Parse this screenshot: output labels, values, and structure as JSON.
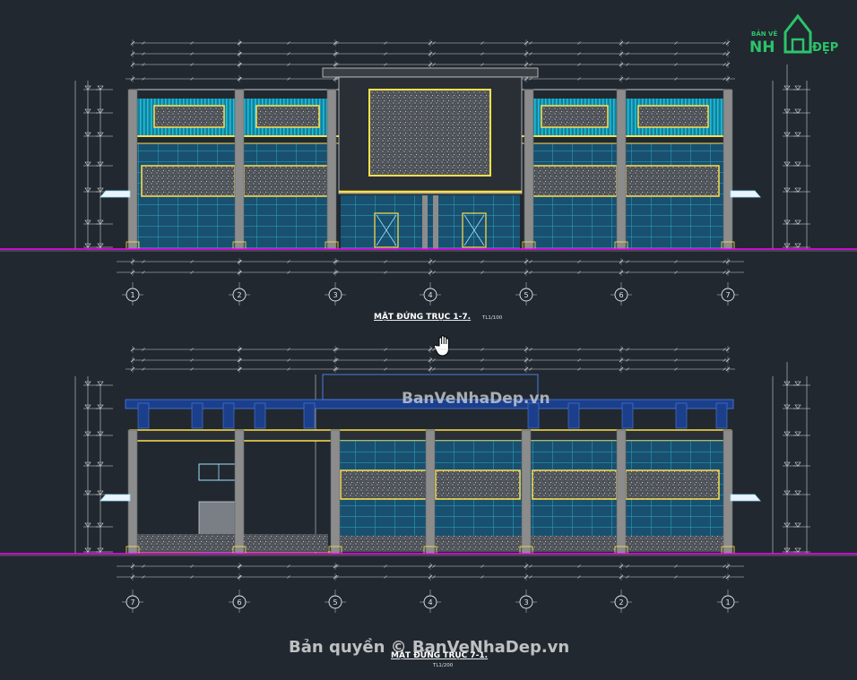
{
  "titles": {
    "top": "MẶT ĐỨNG TRỤC 1-7.",
    "top_scale": "TL1/100",
    "bottom": "MẶT ĐỨNG TRỤC 7-1.",
    "bottom_scale": "TL1/200"
  },
  "axes": {
    "top": [
      "1",
      "2",
      "3",
      "4",
      "5",
      "6",
      "7"
    ],
    "bottom": [
      "7",
      "6",
      "5",
      "4",
      "3",
      "2",
      "1"
    ]
  },
  "watermarks": {
    "center": "BanVeNhaDep.vn",
    "copyright": "Bản quyền © BanVeNhaDep.vn"
  },
  "logo": {
    "top_text": "BẢN VẼ",
    "main_left": "NH",
    "main_right": "ĐẸP"
  },
  "colors": {
    "background": "#212830",
    "ground_line": "#ff00ff",
    "frame_yellow": "#ffe14d",
    "column_grey": "#8c8c8c",
    "curtain_cyan": "#16a6c4",
    "glass_blue": "#1a5e8a"
  }
}
